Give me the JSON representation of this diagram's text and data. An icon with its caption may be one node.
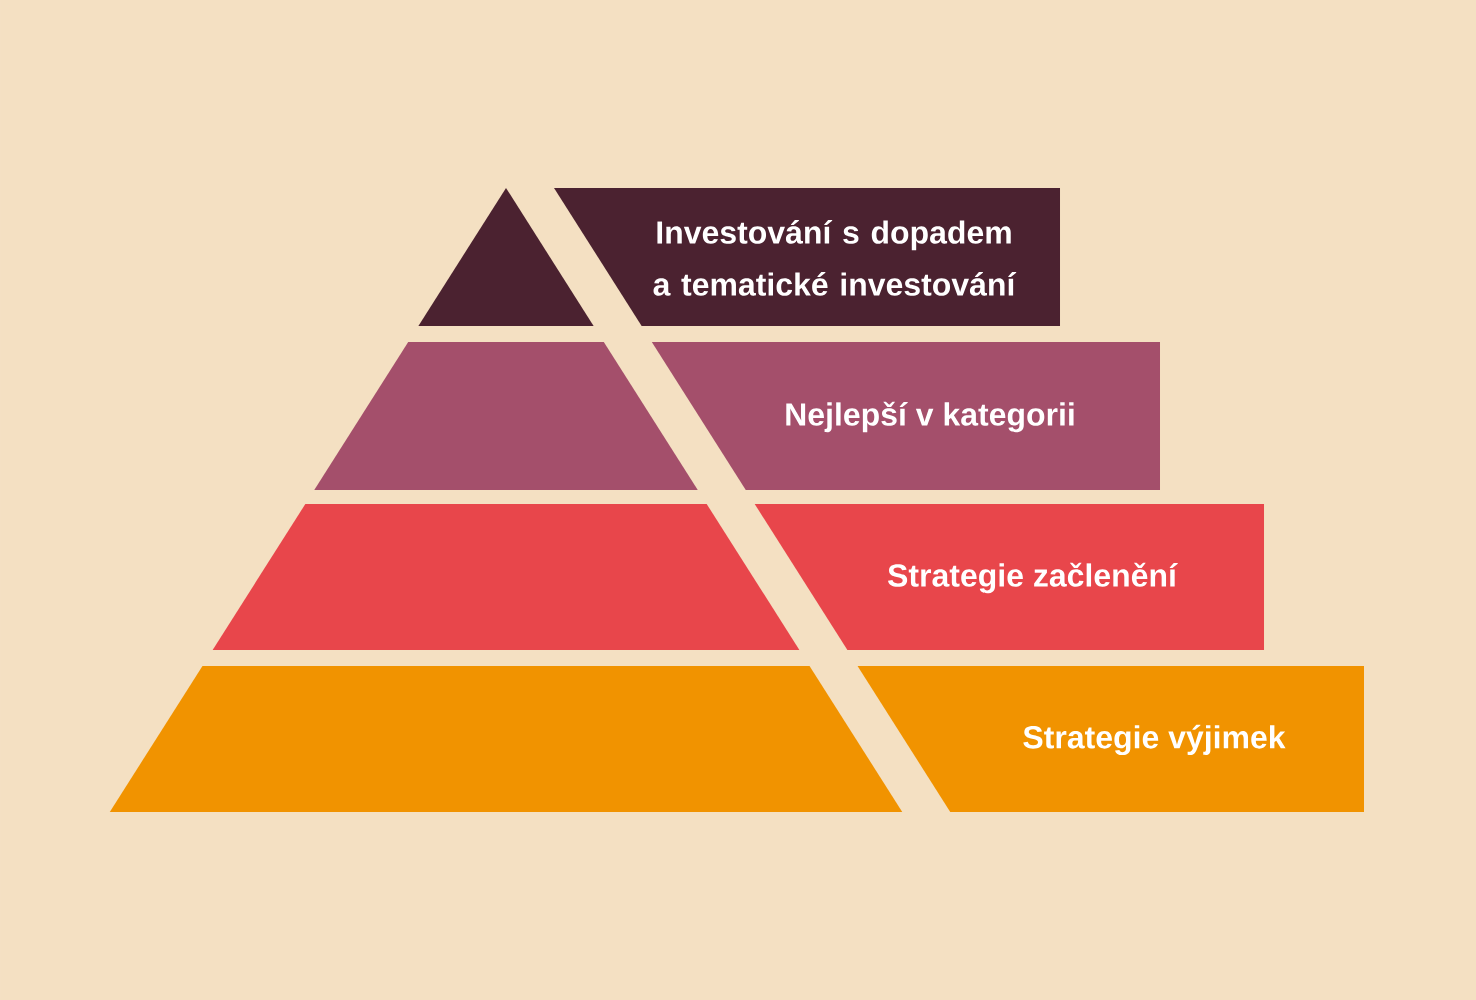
{
  "diagram": {
    "nodes": [
      {
        "text": [],
        "shape": "triangle"
      },
      {
        "text": [
          "Investování s dopadem a tematické investování"
        ]
      },
      {
        "text": [],
        "shape": "trapezoid"
      },
      {
        "text": [
          "Nejlepší v kategorii"
        ]
      },
      {
        "text": [],
        "shape": "trapezoid"
      },
      {
        "text": [
          "Strategie začlenění"
        ]
      },
      {
        "text": [],
        "shape": "trapezoid"
      },
      {
        "text": [
          "Strategie výjimek"
        ]
      }
    ]
  }
}
